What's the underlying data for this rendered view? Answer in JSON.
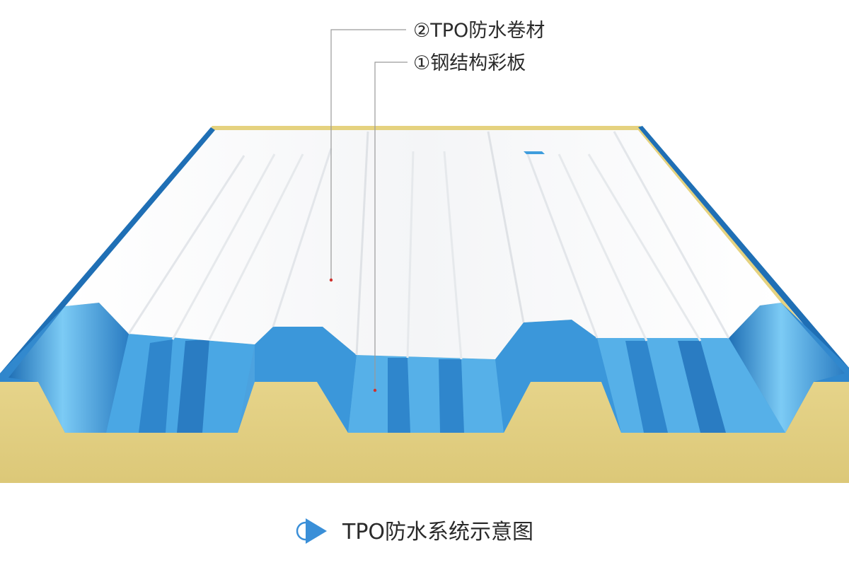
{
  "callouts": {
    "layer2": "②TPO防水卷材",
    "layer1": "①钢结构彩板"
  },
  "caption": "TPO防水系统示意图",
  "colors": {
    "insulation": "#e2cf83",
    "insulation_shade": "#d3bf6e",
    "steel_light": "#6ec1f0",
    "steel_mid": "#3f9ddd",
    "steel_dark": "#1f6fb5",
    "steel_edge": "#155b96",
    "membrane": "#ffffff",
    "membrane_shade": "#eef0f3",
    "leader_line": "#9a9a9a",
    "anchor_dot": "#d0312d",
    "caption_icon": "#3a8fd8"
  }
}
